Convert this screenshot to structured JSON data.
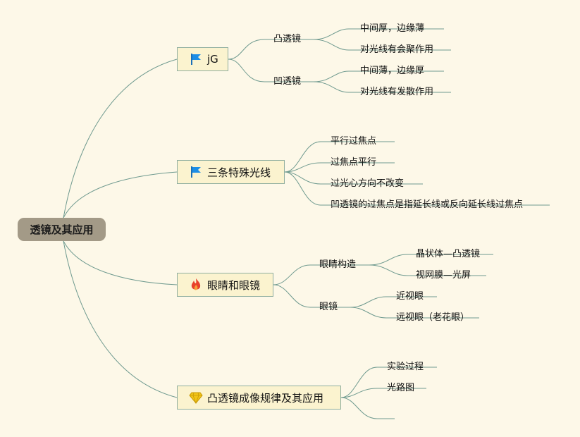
{
  "root": {
    "label": "透镜及其应用"
  },
  "branches": [
    {
      "label": "jG",
      "icon": "flag-icon",
      "children": [
        {
          "label": "凸透镜",
          "children": [
            "中间厚，边缘薄",
            "对光线有会聚作用"
          ]
        },
        {
          "label": "凹透镜",
          "children": [
            "中间薄，边缘厚",
            "对光线有发散作用"
          ]
        }
      ]
    },
    {
      "label": "三条特殊光线",
      "icon": "flag-icon",
      "children": [
        "平行过焦点",
        "过焦点平行",
        "过光心方向不改变",
        "凹透镜的过焦点是指延长线或反向延长线过焦点"
      ]
    },
    {
      "label": "眼睛和眼镜",
      "icon": "fire-icon",
      "children": [
        {
          "label": "眼睛构造",
          "children": [
            "晶状体—凸透镜",
            "视网膜—光屏"
          ]
        },
        {
          "label": "眼镜",
          "children": [
            "近视眼",
            "远视眼（老花眼）"
          ]
        }
      ]
    },
    {
      "label": "凸透镜成像规律及其应用",
      "icon": "gem-icon",
      "children": [
        "实验过程",
        "光路图",
        ""
      ]
    }
  ],
  "colors": {
    "background": "#fdf8e8",
    "root": "#a39a87",
    "branch_fill": "#fbf3cf",
    "line": "#6f9a8f",
    "flag": "#1d8ee6",
    "fire": "#e8412c",
    "gem": "#f0c419"
  }
}
